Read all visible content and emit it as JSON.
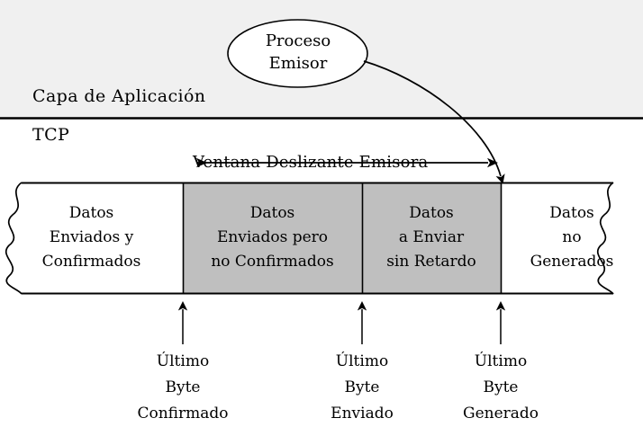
{
  "diagram": {
    "title": "Ventana Deslizante Emisora TCP",
    "layers": {
      "application_label": "Capa de Aplicación",
      "transport_label": "TCP",
      "application_band_color": "#f0f0f0",
      "divider_color": "#000000"
    },
    "process_node": {
      "shape": "ellipse",
      "line1": "Proceso",
      "line2": "Emisor"
    },
    "window_arrow": {
      "label": "Ventana Deslizante Emisora",
      "style": "double-headed"
    },
    "buffer_bar": {
      "fill_unsent": "#ffffff",
      "fill_window": "#bfbfbf",
      "border_color": "#000000",
      "blocks": [
        {
          "id": "sent-acked",
          "lines": [
            "Datos",
            "Enviados y",
            "Confirmados"
          ],
          "shaded": false
        },
        {
          "id": "sent-unacked",
          "lines": [
            "Datos",
            "Enviados pero",
            "no Confirmados"
          ],
          "shaded": true
        },
        {
          "id": "sendable",
          "lines": [
            "Datos",
            "a Enviar",
            "sin Retardo"
          ],
          "shaded": true
        },
        {
          "id": "not-generated",
          "lines": [
            "Datos",
            "no",
            "Generados"
          ],
          "shaded": false
        }
      ]
    },
    "markers": [
      {
        "id": "last-byte-acked",
        "lines": [
          "Último",
          "Byte",
          "Confirmado"
        ]
      },
      {
        "id": "last-byte-sent",
        "lines": [
          "Último",
          "Byte",
          "Enviado"
        ]
      },
      {
        "id": "last-byte-written",
        "lines": [
          "Último",
          "Byte",
          "Generado"
        ]
      }
    ]
  }
}
